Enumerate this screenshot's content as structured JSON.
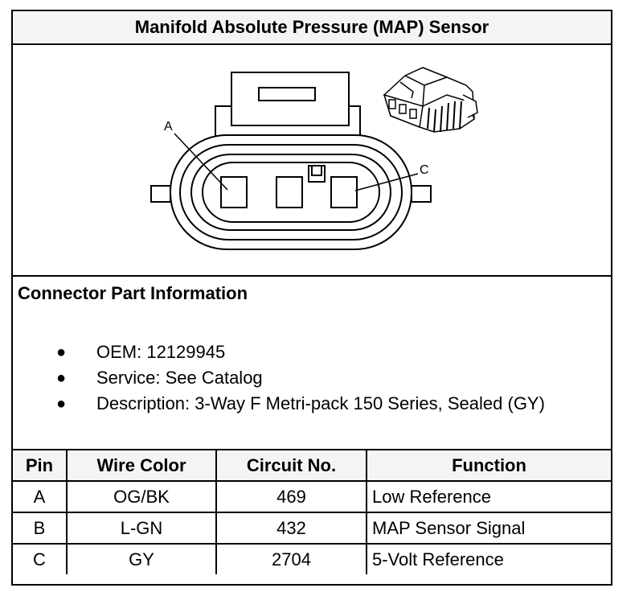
{
  "title": "Manifold Absolute Pressure (MAP) Sensor",
  "figure": {
    "callouts": [
      "A",
      "C"
    ],
    "icons": [
      "connector-face-diagram-icon",
      "connector-body-3d-icon"
    ]
  },
  "connector_info": {
    "heading": "Connector Part Information",
    "items": [
      "OEM: 12129945",
      "Service: See Catalog",
      "Description: 3-Way F Metri-pack 150 Series, Sealed (GY)"
    ],
    "bullet": "●"
  },
  "pin_table": {
    "headers": [
      "Pin",
      "Wire Color",
      "Circuit No.",
      "Function"
    ],
    "rows": [
      [
        "A",
        "OG/BK",
        "469",
        "Low Reference"
      ],
      [
        "B",
        "L-GN",
        "432",
        "MAP Sensor Signal"
      ],
      [
        "C",
        "GY",
        "2704",
        "5-Volt Reference"
      ]
    ]
  }
}
